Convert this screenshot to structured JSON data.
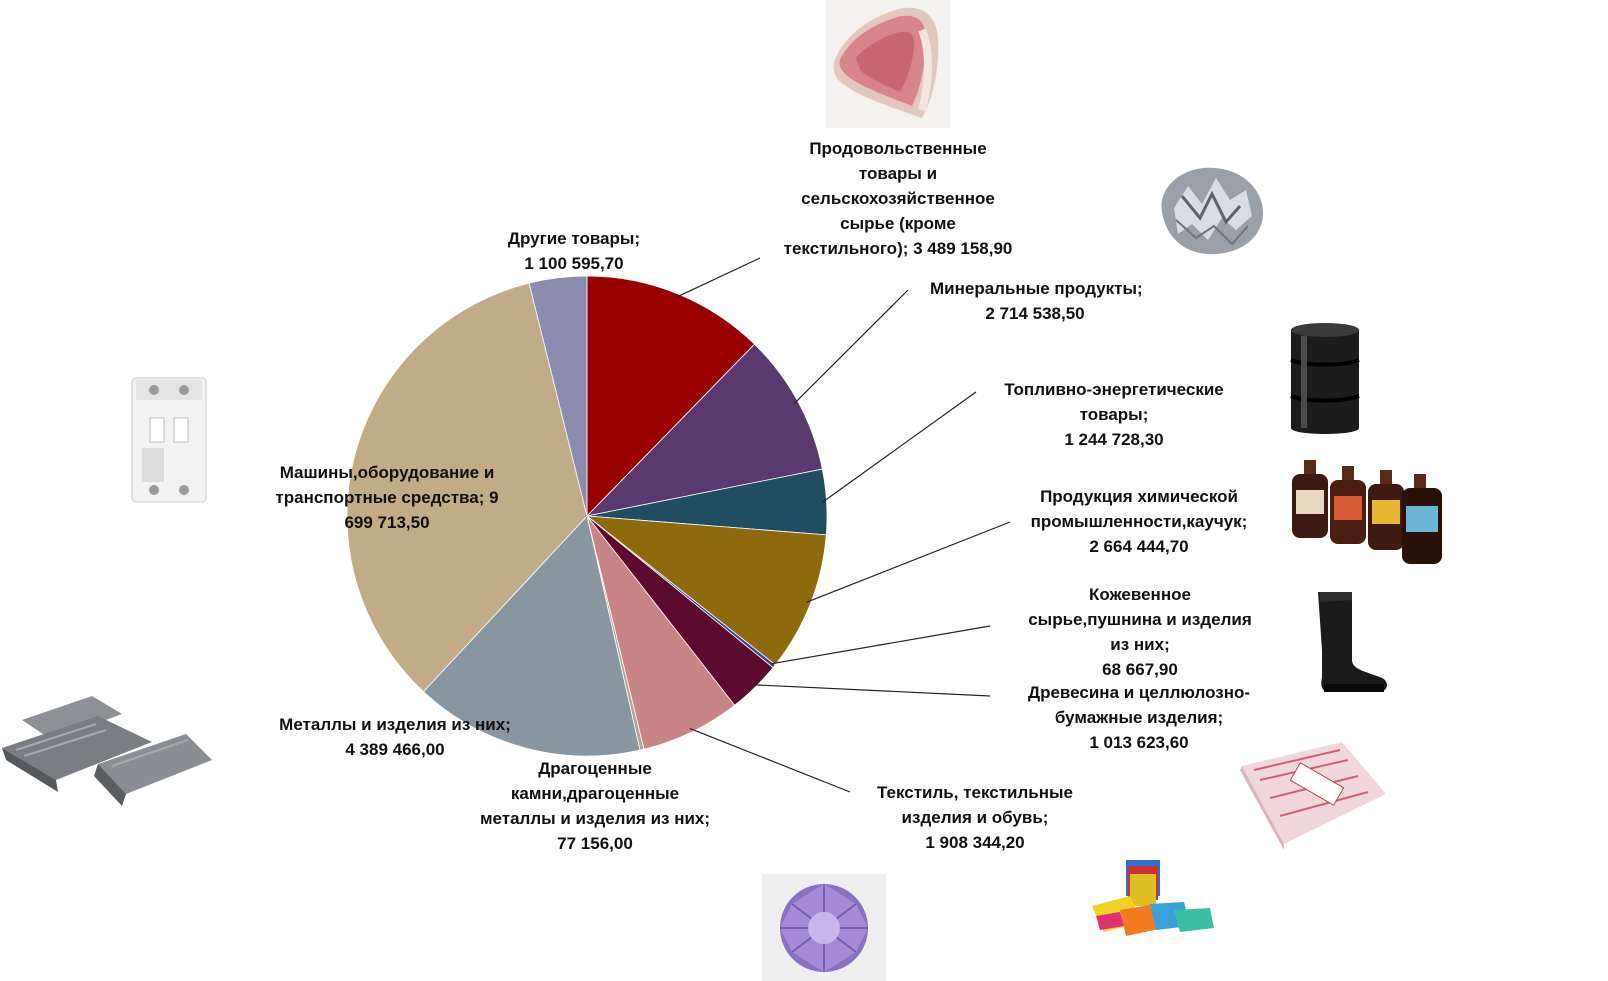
{
  "chart_data": {
    "type": "pie",
    "title": "",
    "start_angle_deg": 0,
    "direction": "clockwise",
    "slices": [
      {
        "name": "Продовольственные товары и сельскохозяйственное сырье (кроме текстильного)",
        "value": 3489158.9,
        "color": "#990000",
        "label_lines": [
          "Продовольственные",
          "товары и",
          "сельскохозяйственное",
          "сырье (кроме",
          "текстильного); 3 489 158,90"
        ]
      },
      {
        "name": "Минеральные продукты",
        "value": 2714538.5,
        "color": "#5a3a6e",
        "label_lines": [
          "Минеральные продукты;",
          "2 714 538,50"
        ]
      },
      {
        "name": "Топливно-энергетические товары",
        "value": 1244728.3,
        "color": "#1f4e63",
        "label_lines": [
          "Топливно-энергетические",
          "товары;",
          "1 244 728,30"
        ]
      },
      {
        "name": "Продукция химической промышленности,каучук",
        "value": 2664444.7,
        "color": "#8e6a0c",
        "label_lines": [
          "Продукция химической",
          "промышленности,каучук;",
          "2 664 444,70"
        ]
      },
      {
        "name": "Кожевенное сырье,пушнина и изделия из них",
        "value": 68667.9,
        "color": "#3b3f9a",
        "label_lines": [
          "Кожевенное",
          "сырье,пушнина и изделия",
          "из них;",
          "68 667,90"
        ]
      },
      {
        "name": "Древесина и целлюлозно-бумажные изделия",
        "value": 1013623.6,
        "color": "#5e0a2e",
        "label_lines": [
          "Древесина и целлюлозно-",
          "бумажные изделия;",
          "1 013 623,60"
        ]
      },
      {
        "name": "Текстиль, текстильные изделия и обувь",
        "value": 1908344.2,
        "color": "#c98585",
        "label_lines": [
          "Текстиль, текстильные",
          "изделия и обувь;",
          "1 908 344,20"
        ]
      },
      {
        "name": "Драгоценные камни,драгоценные металлы и изделия из них",
        "value": 77156.0,
        "color": "#b5a3a3",
        "label_lines": [
          "Драгоценные",
          "камни,драгоценные",
          "металлы и изделия из них;",
          "77 156,00"
        ]
      },
      {
        "name": "Металлы и изделия из них",
        "value": 4389466.0,
        "color": "#8896a2",
        "label_lines": [
          "Металлы и изделия из них;",
          "4 389 466,00"
        ]
      },
      {
        "name": "Машины,оборудование и транспортные средства",
        "value": 9699713.5,
        "color": "#c2ac88",
        "label_lines": [
          "Машины,оборудование и",
          "транспортные средства; 9",
          "699 713,50"
        ]
      },
      {
        "name": "Другие товары",
        "value": 1100595.7,
        "color": "#8c8bb0",
        "label_lines": [
          "Другие товары;",
          "1 100 595,70"
        ]
      }
    ]
  },
  "pictures": [
    {
      "name": "meat-picture"
    },
    {
      "name": "foil-picture"
    },
    {
      "name": "oil-barrel-picture"
    },
    {
      "name": "chemical-bottles-picture"
    },
    {
      "name": "rubber-boot-picture"
    },
    {
      "name": "paper-pack-picture"
    },
    {
      "name": "textile-napkins-picture"
    },
    {
      "name": "gemstone-picture"
    },
    {
      "name": "metal-ingots-picture"
    },
    {
      "name": "circuit-breaker-picture"
    }
  ]
}
